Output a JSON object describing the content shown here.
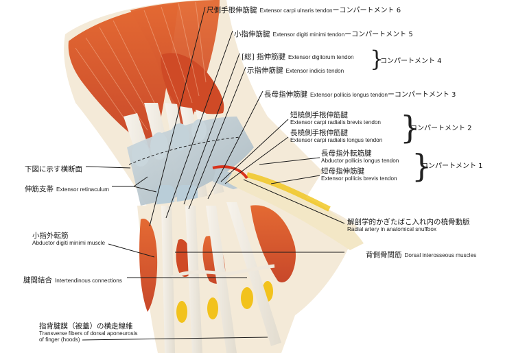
{
  "figure": {
    "subject": "Dorsal view of hand and wrist extensor tendons and compartments",
    "colors": {
      "muscle": "#d2542a",
      "muscle_light": "#e8865a",
      "tendon": "#f2ece2",
      "retinaculum": "#b8c6cc",
      "sheath": "#b9cdd8",
      "fat": "#f0c419",
      "artery": "#d8331c",
      "leader_line": "#1a1a1a"
    }
  },
  "labels": {
    "ecu": {
      "jp": "尺側手根伸筋腱",
      "en": "Extensor carpi ulnaris tendon",
      "comp": "ーコンパートメント 6"
    },
    "edm": {
      "jp": "小指伸筋腱",
      "en": "Extensor digiti minimi tendon",
      "comp": "ーコンパートメント 5"
    },
    "ed": {
      "jp": "[総] 指伸筋腱",
      "en": "Extensor digitorum tendon"
    },
    "ei": {
      "jp": "示指伸筋腱",
      "en": "Extensor indicis tendon"
    },
    "comp4": "コンパートメント 4",
    "epl": {
      "jp": "長母指伸筋腱",
      "en": "Extensor pollicis longus tendon",
      "comp": "ーコンパートメント 3"
    },
    "ecrb": {
      "jp": "短橈側手根伸筋腱",
      "en": "Extensor carpi radialis brevis tendon"
    },
    "ecrl": {
      "jp": "長橈側手根伸筋腱",
      "en": "Extensor carpi radialis longus tendon"
    },
    "comp2": "コンパートメント 2",
    "apl": {
      "jp": "長母指外転筋腱",
      "en": "Abductor pollicis longus tendon"
    },
    "epb": {
      "jp": "短母指伸筋腱",
      "en": "Extensor pollicis brevis tendon"
    },
    "comp1": "コンパートメント 1",
    "cross_section": {
      "jp": "下図に示す横断面"
    },
    "retinaculum": {
      "jp": "伸筋支帯",
      "en": "Extensor retinaculum"
    },
    "adm": {
      "jp": "小指外転筋",
      "en": "Abductor digiti minimi muscle"
    },
    "radial_artery": {
      "jp": "解剖学的かぎたばこ入れ内の橈骨動脈",
      "en": "Radial artery in anatomical snuffbox"
    },
    "dorsal_interossei": {
      "jp": "背側骨間筋",
      "en": "Dorsal interosseous muscles"
    },
    "intertendinous": {
      "jp": "腱間結合",
      "en": "Intertendinous connections"
    },
    "hoods": {
      "jp": "指背腱膜（被蓋）の横走線維",
      "en_line1": "Transverse fibers of dorsal aponeurosis",
      "en_line2": "of finger (hoods)"
    }
  }
}
